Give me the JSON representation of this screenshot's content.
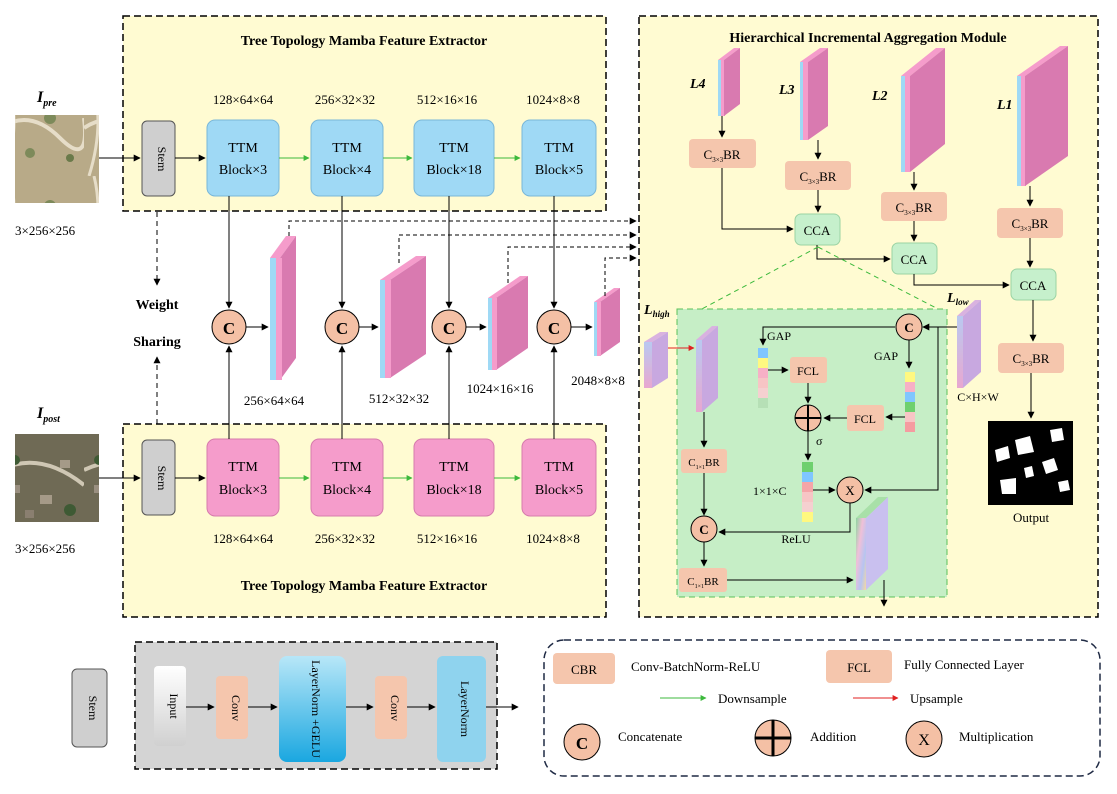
{
  "top_extractor": {
    "title": "Tree Topology Mamba Feature Extractor",
    "dims": [
      "128×64×64",
      "256×32×32",
      "512×16×16",
      "1024×8×8"
    ],
    "blocks": [
      {
        "line1": "TTM",
        "line2": "Block×3"
      },
      {
        "line1": "TTM",
        "line2": "Block×4"
      },
      {
        "line1": "TTM",
        "line2": "Block×18"
      },
      {
        "line1": "TTM",
        "line2": "Block×5"
      }
    ],
    "stem": "Stem",
    "color": "#9fd9f5"
  },
  "bottom_extractor": {
    "title": "Tree Topology Mamba Feature Extractor",
    "dims": [
      "128×64×64",
      "256×32×32",
      "512×16×16",
      "1024×8×8"
    ],
    "blocks": [
      {
        "line1": "TTM",
        "line2": "Block×3"
      },
      {
        "line1": "TTM",
        "line2": "Block×4"
      },
      {
        "line1": "TTM",
        "line2": "Block×18"
      },
      {
        "line1": "TTM",
        "line2": "Block×5"
      }
    ],
    "stem": "Stem",
    "color": "#f59ccb"
  },
  "inputs": {
    "pre_label": "I",
    "pre_sub": "pre",
    "pre_dims": "3×256×256",
    "post_label": "I",
    "post_sub": "post",
    "post_dims": "3×256×256"
  },
  "sharing": {
    "line1": "Weight",
    "line2": "Sharing"
  },
  "concat_dims": [
    "256×64×64",
    "512×32×32",
    "1024×16×16",
    "2048×8×8"
  ],
  "concat_symbol": "C",
  "haam": {
    "title": "Hierarchical Incremental Aggregation Module",
    "levels": [
      "L4",
      "L3",
      "L2",
      "L1"
    ],
    "cbr_top": "C",
    "cbr_sub": "3×3",
    "cbr_suffix": "BR",
    "cca": "CCA",
    "output": "Output"
  },
  "cca_detail": {
    "l_high": "L",
    "l_high_sub": "high",
    "l_low": "L",
    "l_low_sub": "low",
    "gap": "GAP",
    "fcl": "FCL",
    "sigma": "σ",
    "dim_1x1c": "1×1×C",
    "relu": "ReLU",
    "chw": "C×H×W",
    "cbr1_sub": "1×1",
    "mult": "X"
  },
  "stem_detail": {
    "stem": "Stem",
    "input": "Input",
    "conv1": "Conv",
    "ln_gelu": "LayerNorm +GELU",
    "conv2": "Conv",
    "ln": "LayerNorm"
  },
  "legend": {
    "cbr_box": "CBR",
    "cbr_text": "Conv-BatchNorm-ReLU",
    "fcl_box": "FCL",
    "fcl_text": "Fully Connected Layer",
    "down": "Downsample",
    "up": "Upsample",
    "concat_sym": "C",
    "concat": "Concatenate",
    "addition": "Addition",
    "mult_sym": "X",
    "mult": "Multiplication"
  }
}
